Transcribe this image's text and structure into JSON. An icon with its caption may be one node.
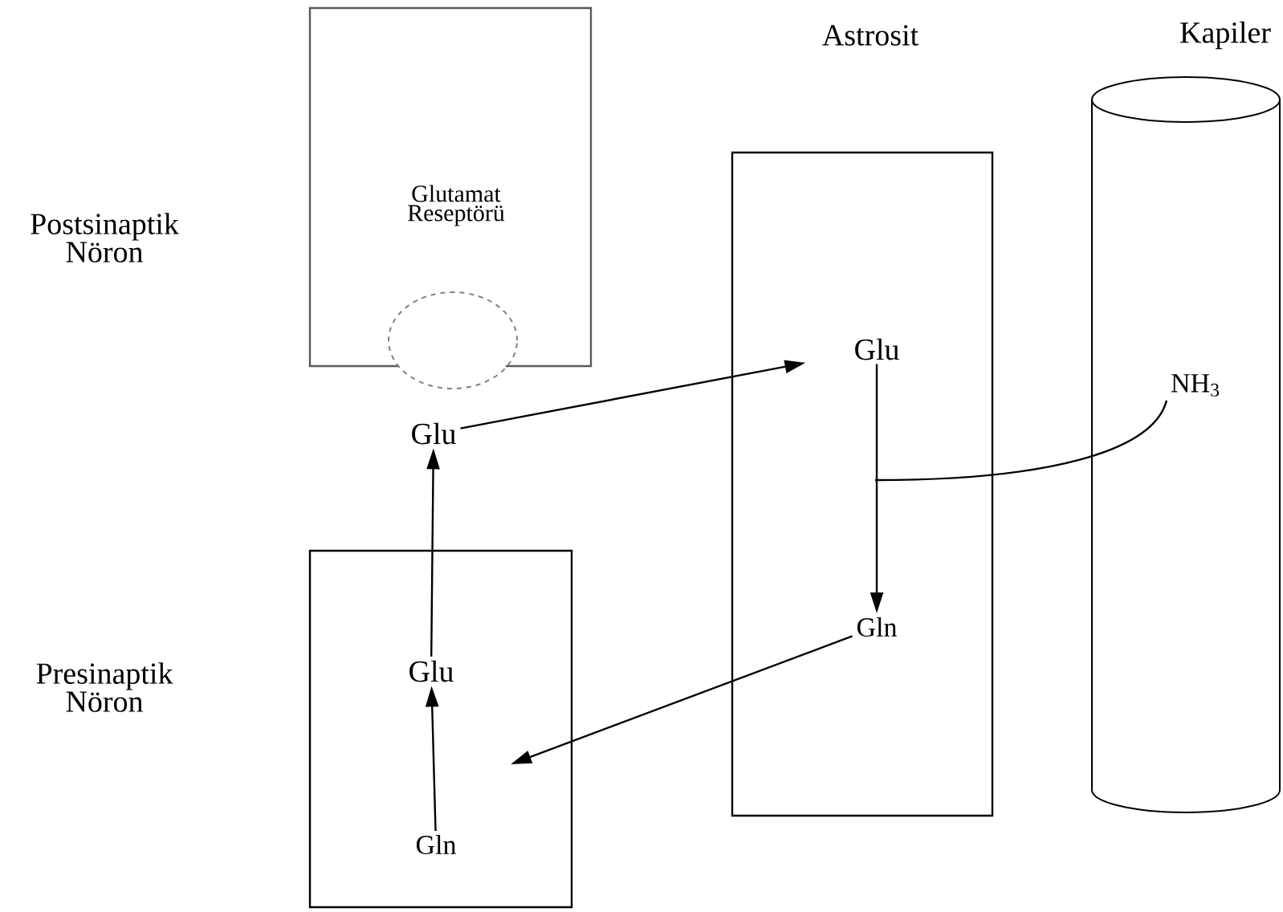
{
  "diagram": {
    "nodes": [
      {
        "text": [
          "Glutamat Reseptörü"
        ]
      },
      {
        "text": [],
        "shape": "circle"
      },
      {
        "text": [
          "Glu"
        ]
      },
      {
        "text": [],
        "shape": "box"
      },
      {
        "text": [
          "Glu"
        ],
        "in": 3
      },
      {
        "text": [
          "Gln"
        ],
        "in": 3
      },
      {
        "text": [
          "Astrosit"
        ]
      },
      {
        "text": [
          "Glu"
        ],
        "in": 6
      },
      {
        "text": [
          "Gln"
        ],
        "in": 6
      },
      {
        "text": [
          "Kapiler"
        ]
      },
      {
        "text": [
          "NH$_{3}$"
        ],
        "in": 9
      }
    ],
    "edges": [
      {
        "from": 4,
        "to": 2,
        "arrow": "to"
      },
      {
        "from": 2,
        "to": 7,
        "arrow": "to"
      },
      {
        "from": 7,
        "to": 8,
        "arrow": "to"
      },
      {
        "from": 10,
        "to": null,
        "arrow": "none"
      },
      {
        "from": 8,
        "to": null,
        "arrow": "to"
      },
      {
        "from": 5,
        "to": 4,
        "arrow": "to"
      }
    ],
    "labels": [
      "Postsinaptik Nöron",
      "Presinaptik Nöron"
    ]
  }
}
